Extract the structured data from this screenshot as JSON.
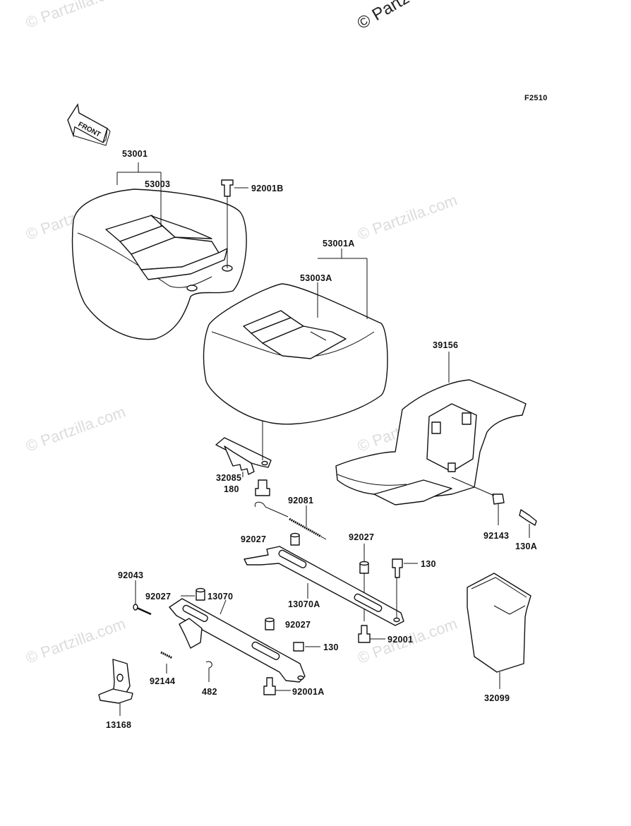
{
  "diagram": {
    "code": "F2510",
    "front_label": "FRONT",
    "copyright_top": "© Partz",
    "watermark": "© Partzilla.com",
    "parts": {
      "p53001": "53001",
      "p53003": "53003",
      "p92001B": "92001B",
      "p53001A": "53001A",
      "p53003A": "53003A",
      "p39156": "39156",
      "p32085": "32085",
      "p180": "180",
      "p92081": "92081",
      "p92027a": "92027",
      "p92027b": "92027",
      "p92043": "92043",
      "p92027c": "92027",
      "p13070": "13070",
      "p13070A": "13070A",
      "p130a": "130",
      "p92143": "92143",
      "p130A": "130A",
      "p92027d": "92027",
      "p130b": "130",
      "p92001": "92001",
      "p92144": "92144",
      "p482": "482",
      "p92001A": "92001A",
      "p13168": "13168",
      "p32099": "32099"
    }
  }
}
